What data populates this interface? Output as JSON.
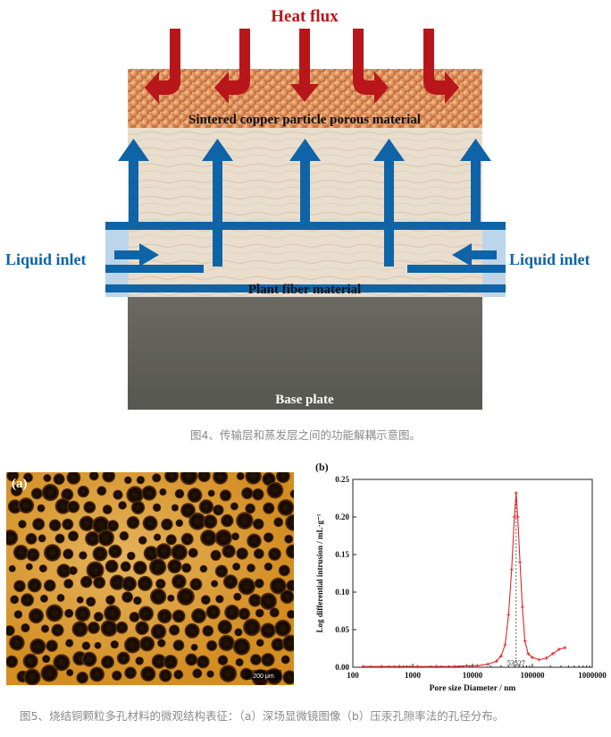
{
  "fig4": {
    "heat_flux_label": "Heat flux",
    "sintered_label": "Sintered copper particle porous material",
    "plant_fiber_label": "Plant fiber material",
    "base_plate_label": "Base plate",
    "liquid_inlet_left": "Liquid inlet",
    "liquid_inlet_right": "Liquid inlet",
    "colors": {
      "heat_arrow": "#b8161b",
      "liquid_arrow": "#0f64a8",
      "base": "#5e5e58",
      "fiber": "#e8dccb",
      "copper": "#d98a52"
    }
  },
  "caption4": "图4、传输层和蒸发层之间的功能解耦示意图。",
  "fig5a": {
    "panel_label": "(a)",
    "scale_bar": "200 μm"
  },
  "fig5b": {
    "panel_label": "(b)",
    "chart_data": {
      "type": "line",
      "xlabel": "Pore size Diameter / nm",
      "ylabel": "Log differential intrusion / mL·g⁻¹",
      "x_scale": "log",
      "xlim": [
        100,
        1000000
      ],
      "ylim": [
        0,
        0.25
      ],
      "x_ticks": [
        100,
        1000,
        10000,
        100000,
        1000000
      ],
      "x_tick_labels": [
        "100",
        "1000",
        "10000",
        "100000",
        "1000000"
      ],
      "y_ticks": [
        0,
        0.05,
        0.1,
        0.15,
        0.2,
        0.25
      ],
      "y_tick_labels": [
        "0.00",
        "0.05",
        "0.10",
        "0.15",
        "0.20",
        "0.25"
      ],
      "annotation": {
        "x": 53527,
        "label": "53527"
      },
      "series": [
        {
          "color": "#e0262a",
          "points": [
            [
              150,
              0.001
            ],
            [
              300,
              0.001
            ],
            [
              600,
              0.001
            ],
            [
              1200,
              0.001
            ],
            [
              2500,
              0.001
            ],
            [
              5000,
              0.001
            ],
            [
              8000,
              0.002
            ],
            [
              12000,
              0.002
            ],
            [
              18000,
              0.004
            ],
            [
              25000,
              0.008
            ],
            [
              30000,
              0.015
            ],
            [
              35000,
              0.03
            ],
            [
              40000,
              0.07
            ],
            [
              45000,
              0.13
            ],
            [
              50000,
              0.2
            ],
            [
              53527,
              0.232
            ],
            [
              57000,
              0.2
            ],
            [
              62000,
              0.14
            ],
            [
              68000,
              0.08
            ],
            [
              75000,
              0.035
            ],
            [
              85000,
              0.018
            ],
            [
              100000,
              0.013
            ],
            [
              130000,
              0.01
            ],
            [
              170000,
              0.012
            ],
            [
              220000,
              0.018
            ],
            [
              280000,
              0.024
            ],
            [
              350000,
              0.026
            ]
          ]
        }
      ]
    }
  },
  "caption5": "图5、烧结铜颗粒多孔材料的微观结构表征：（a）深场显微镜图像（b）压汞孔隙率法的孔径分布。"
}
